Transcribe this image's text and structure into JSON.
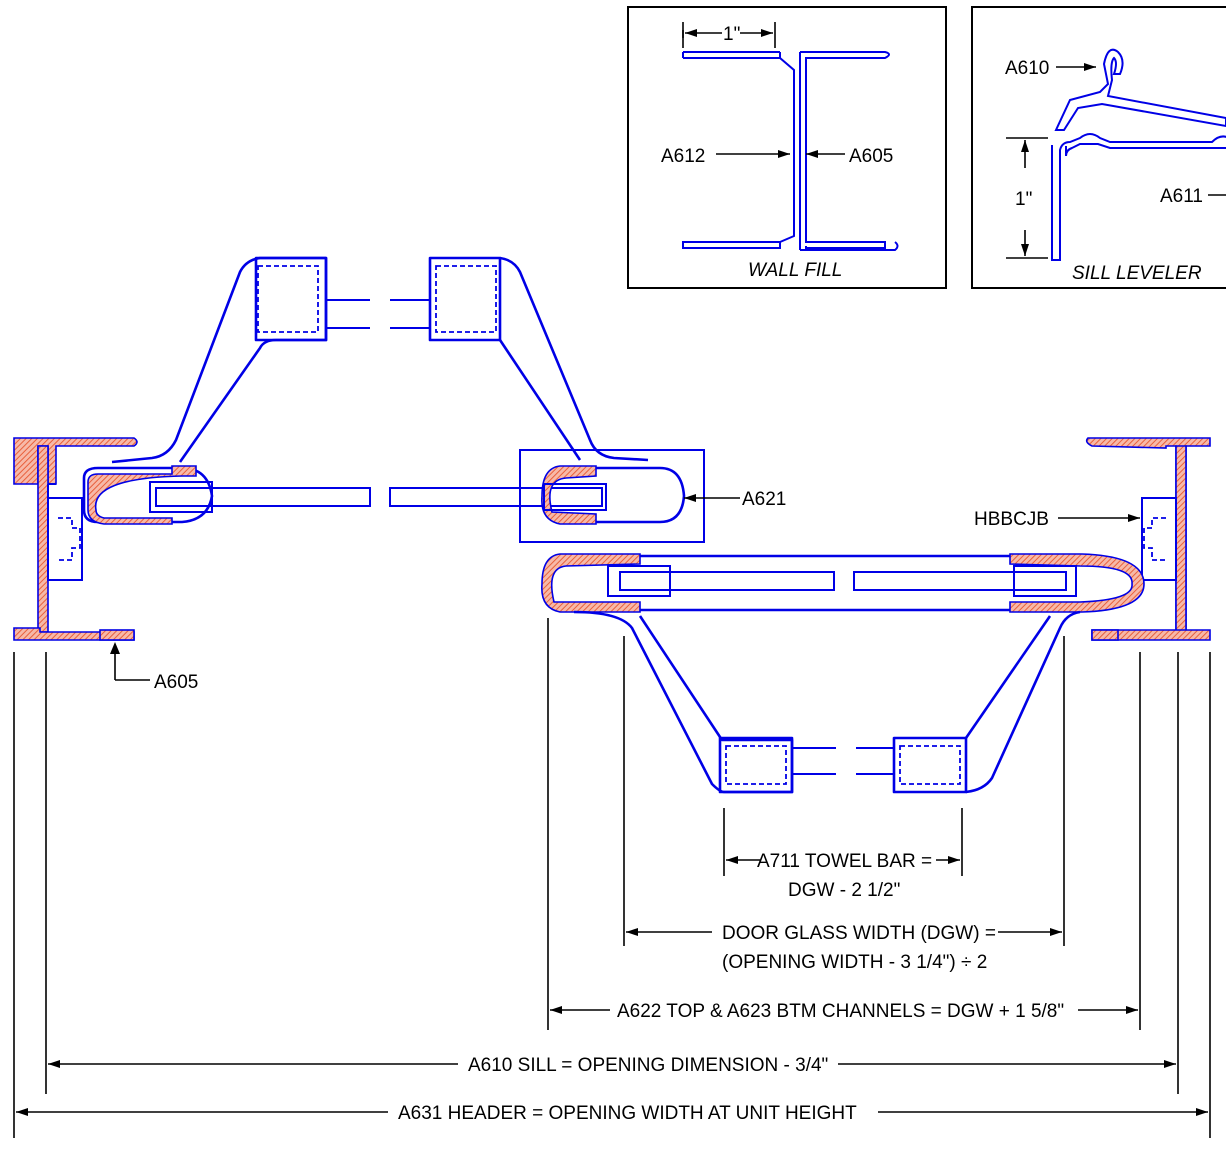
{
  "insets": {
    "wall_fill": {
      "title": "WALL FILL",
      "dimension": "1\"",
      "left_callout": "A612",
      "right_callout": "A605"
    },
    "sill_leveler": {
      "title": "SILL LEVELER",
      "top_callout": "A610",
      "right_callout": "A611",
      "dimension": "1\""
    }
  },
  "callouts": {
    "a621": "A621",
    "a605": "A605",
    "hbbcjb": "HBBCJB"
  },
  "dimensions": {
    "towel_bar_line1": "A711 TOWEL BAR =",
    "towel_bar_line2": "DGW - 2 1/2\"",
    "dgw_line1": "DOOR GLASS WIDTH (DGW) =",
    "dgw_line2": "(OPENING WIDTH - 3 1/4\") ÷ 2",
    "channels": "A622 TOP &  A623 BTM CHANNELS = DGW + 1 5/8\"",
    "sill": "A610 SILL = OPENING DIMENSION - 3/4\"",
    "header": "A631 HEADER = OPENING WIDTH AT UNIT HEIGHT"
  },
  "colors": {
    "profile_stroke": "#0000e6",
    "hatch_fill": "#e8603c",
    "dimension_line": "#000000"
  }
}
